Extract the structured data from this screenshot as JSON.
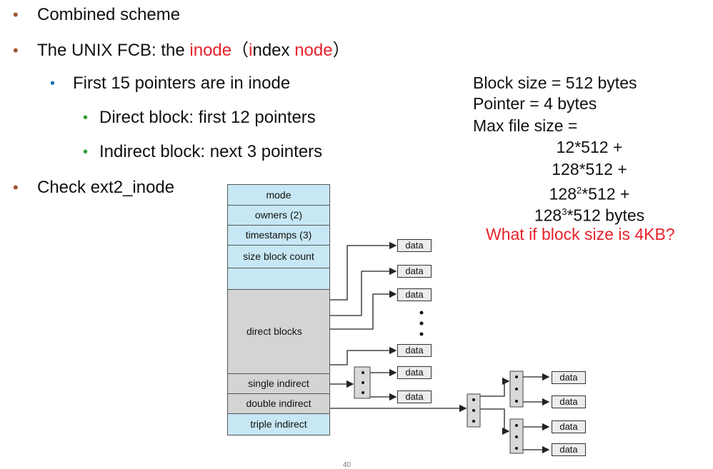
{
  "bullets": {
    "b1": "Combined scheme",
    "b2_prefix": "The UNIX FCB: the ",
    "b2_inode": "inode",
    "b2_open": "（",
    "b2_i": "i",
    "b2_mid": "ndex ",
    "b2_node": "node",
    "b2_close": "）",
    "sub1": "First 15 pointers are in inode",
    "subsub1": "Direct block: first 12 pointers",
    "subsub2": "Indirect block: next 3 pointers",
    "b3": "Check ext2_inode"
  },
  "calc": {
    "line1": "Block size = 512 bytes",
    "line2": "Pointer = 4 bytes",
    "line3": "Max file size =",
    "line4": "12*512 +",
    "line5": "128*512 +",
    "line6_base": "128",
    "line6_exp": "2",
    "line6_rest": "*512 +",
    "line7_base": "128",
    "line7_exp": "3",
    "line7_rest": "*512 bytes",
    "question": "What if block size is 4KB?"
  },
  "inode": {
    "mode": "mode",
    "owners": "owners (2)",
    "timestamps": "timestamps (3)",
    "size": "size block count",
    "direct": "direct blocks",
    "single": "single indirect",
    "double": "double indirect",
    "triple": "triple indirect"
  },
  "data_label": "data",
  "slide_number": "40",
  "colors": {
    "accent_red": "#e8212a",
    "inode_blue": "#c7e7f4",
    "direct_gray": "#d4d4d4"
  }
}
